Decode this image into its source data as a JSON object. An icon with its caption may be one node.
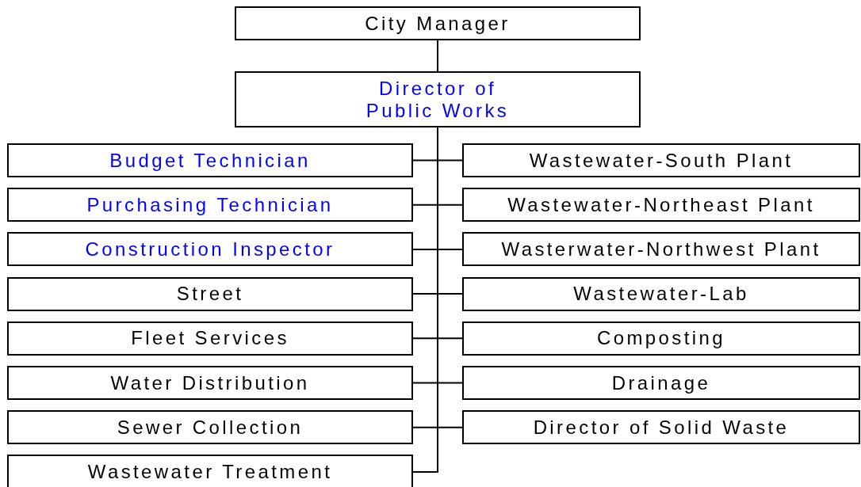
{
  "diagram": {
    "nodes": [
      {
        "text": [
          "City Manager"
        ]
      },
      {
        "text": [
          "Director of Public Works"
        ]
      },
      {
        "text": [
          "Budget Technician"
        ]
      },
      {
        "text": [
          "Purchasing Technician"
        ]
      },
      {
        "text": [
          "Construction Inspector"
        ]
      },
      {
        "text": [
          "Street"
        ]
      },
      {
        "text": [
          "Fleet Services"
        ]
      },
      {
        "text": [
          "Water Distribution"
        ]
      },
      {
        "text": [
          "Sewer Collection"
        ]
      },
      {
        "text": [
          "Wastewater Treatment"
        ]
      },
      {
        "text": [
          "Wastewater-South Plant"
        ]
      },
      {
        "text": [
          "Wastewater-Northeast Plant"
        ]
      },
      {
        "text": [
          "Wasterwater-Northwest Plant"
        ]
      },
      {
        "text": [
          "Wastewater-Lab"
        ]
      },
      {
        "text": [
          "Composting"
        ]
      },
      {
        "text": [
          "Drainage"
        ]
      },
      {
        "text": [
          "Director of Solid Waste"
        ]
      }
    ],
    "edges": [
      {
        "from": 0,
        "to": 1,
        "arrow": "none"
      },
      {
        "from": 1,
        "to": 2,
        "arrow": "none"
      },
      {
        "from": 1,
        "to": 3,
        "arrow": "none"
      },
      {
        "from": 1,
        "to": 4,
        "arrow": "none"
      },
      {
        "from": 1,
        "to": 5,
        "arrow": "none"
      },
      {
        "from": 1,
        "to": 6,
        "arrow": "none"
      },
      {
        "from": 1,
        "to": 7,
        "arrow": "none"
      },
      {
        "from": 1,
        "to": 8,
        "arrow": "none"
      },
      {
        "from": 1,
        "to": 9,
        "arrow": "none"
      },
      {
        "from": 1,
        "to": 10,
        "arrow": "none"
      },
      {
        "from": 1,
        "to": 11,
        "arrow": "none"
      },
      {
        "from": 1,
        "to": 12,
        "arrow": "none"
      },
      {
        "from": 1,
        "to": 13,
        "arrow": "none"
      },
      {
        "from": 1,
        "to": 14,
        "arrow": "none"
      },
      {
        "from": 1,
        "to": 15,
        "arrow": "none"
      },
      {
        "from": 1,
        "to": 16,
        "arrow": "none"
      }
    ]
  }
}
